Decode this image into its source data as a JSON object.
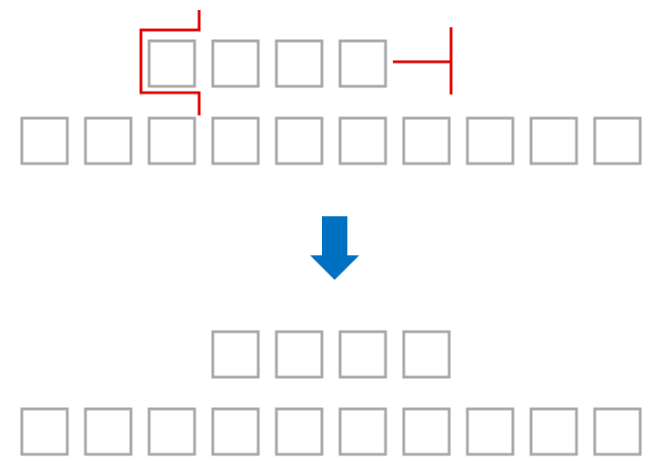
{
  "diagram": {
    "before": {
      "top_row_cells": 4,
      "bottom_row_cells": 10,
      "top_row_start_index": 2
    },
    "after": {
      "top_row_cells": 4,
      "bottom_row_cells": 10,
      "top_row_start_index": 3
    },
    "arrow_direction": "down"
  },
  "colors": {
    "cell_border": "#a6a6a6",
    "cell_fill": "#ffffff",
    "marker": "#e00000",
    "arrow": "#0070c0"
  }
}
